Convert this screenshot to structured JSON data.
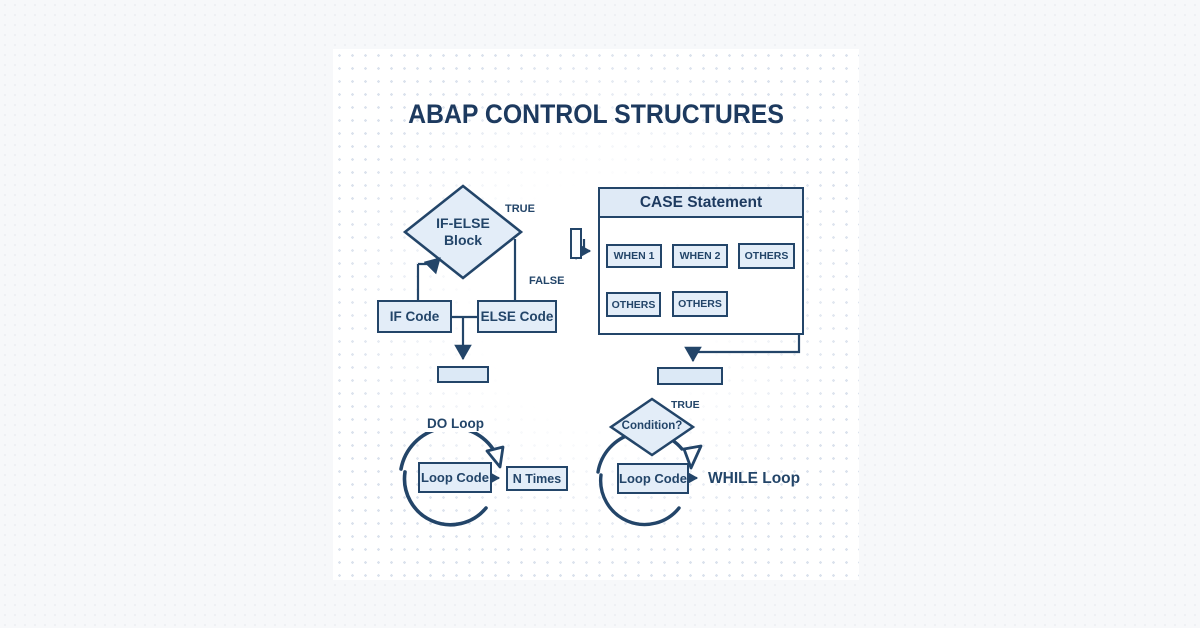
{
  "title": "ABAP CONTROL STRUCTURES",
  "colors": {
    "navy": "#234569",
    "title_navy": "#1d3a5f",
    "box_fill": "#e3edf8",
    "header_fill": "#dfeaf6",
    "card_bg": "#ffffff",
    "page_bg": "#f7f8fa"
  },
  "if_else": {
    "diamond_label": "IF-ELSE Block",
    "true_label": "TRUE",
    "false_label": "FALSE",
    "if_box_label": "IF Code",
    "else_box_label": "ELSE Code"
  },
  "case_statement": {
    "header_label": "CASE Statement",
    "boxes_row1": [
      "WHEN 1",
      "WHEN 2",
      "OTHERS"
    ],
    "boxes_row2": [
      "OTHERS",
      "OTHERS"
    ]
  },
  "do_loop": {
    "label": "DO Loop",
    "loop_code_label": "Loop Code",
    "n_times_label": "N Times"
  },
  "while_loop": {
    "label": "WHILE Loop",
    "true_label": "TRUE",
    "condition_label": "Condition?",
    "loop_code_label": "Loop Code"
  }
}
